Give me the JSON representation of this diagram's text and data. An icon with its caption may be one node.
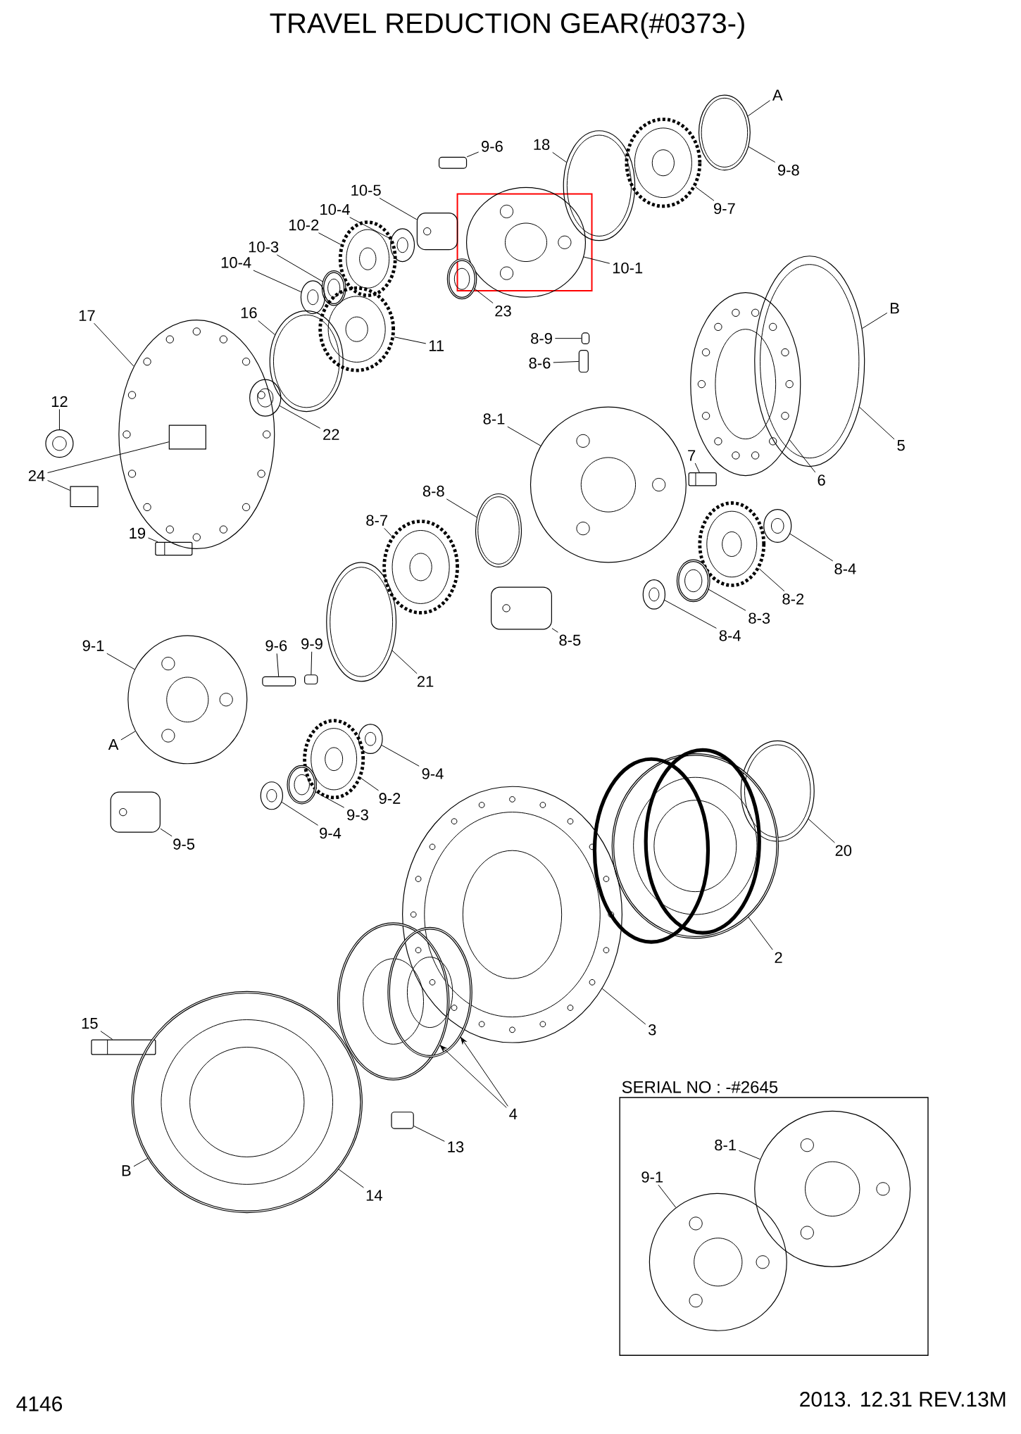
{
  "diagram": {
    "title": "TRAVEL REDUCTION GEAR(#0373-)",
    "nodes": [
      {
        "text": [
          "A"
        ]
      },
      {
        "text": [],
        "shape": "ring"
      },
      {
        "text": [
          "9-8"
        ]
      },
      {
        "text": [
          "9-6"
        ]
      },
      {
        "text": [],
        "shape": "pin"
      },
      {
        "text": [
          "18"
        ]
      },
      {
        "text": [],
        "shape": "ring"
      },
      {
        "text": [],
        "shape": "gear"
      },
      {
        "text": [
          "9-7"
        ]
      },
      {
        "text": [
          "10-5"
        ]
      },
      {
        "text": [],
        "shape": "cylinder"
      },
      {
        "text": [
          "10-4"
        ]
      },
      {
        "text": [],
        "shape": "washer"
      },
      {
        "text": [
          "10-2"
        ]
      },
      {
        "text": [],
        "shape": "gear"
      },
      {
        "text": [
          "10-3"
        ]
      },
      {
        "text": [],
        "shape": "bearing"
      },
      {
        "text": [
          "10-4"
        ]
      },
      {
        "text": [],
        "shape": "washer"
      },
      {
        "text": [],
        "shape": "carrier"
      },
      {
        "text": [
          "10-1"
        ]
      },
      {
        "text": [],
        "shape": "bearing"
      },
      {
        "text": [
          "23"
        ]
      },
      {
        "text": [
          "17"
        ]
      },
      {
        "text": [
          "16"
        ]
      },
      {
        "text": [],
        "shape": "ring"
      },
      {
        "text": [],
        "shape": "gear"
      },
      {
        "text": [
          "11"
        ]
      },
      {
        "text": [],
        "shape": "cover"
      },
      {
        "text": [
          "12"
        ]
      },
      {
        "text": [],
        "shape": "plug"
      },
      {
        "text": [],
        "shape": "disc"
      },
      {
        "text": [
          "22"
        ]
      },
      {
        "text": [
          "24"
        ]
      },
      {
        "text": [],
        "shape": "plate"
      },
      {
        "text": [],
        "shape": "box",
        "in": 28
      },
      {
        "text": [
          "19"
        ]
      },
      {
        "text": [],
        "shape": "bolt"
      },
      {
        "text": [
          "B"
        ]
      },
      {
        "text": [],
        "shape": "ring"
      },
      {
        "text": [
          "5"
        ]
      },
      {
        "text": [],
        "shape": "flange"
      },
      {
        "text": [
          "6"
        ]
      },
      {
        "text": [
          "8-9"
        ]
      },
      {
        "text": [],
        "shape": "pin"
      },
      {
        "text": [
          "8-6"
        ]
      },
      {
        "text": [],
        "shape": "pin"
      },
      {
        "text": [
          "8-1"
        ]
      },
      {
        "text": [],
        "shape": "carrier"
      },
      {
        "text": [
          "7"
        ]
      },
      {
        "text": [],
        "shape": "bolt"
      },
      {
        "text": [
          "8-8"
        ]
      },
      {
        "text": [],
        "shape": "ring"
      },
      {
        "text": [
          "8-7"
        ]
      },
      {
        "text": [],
        "shape": "gear"
      },
      {
        "text": [],
        "shape": "washer"
      },
      {
        "text": [
          "8-4"
        ]
      },
      {
        "text": [],
        "shape": "gear"
      },
      {
        "text": [
          "8-2"
        ]
      },
      {
        "text": [],
        "shape": "bearing"
      },
      {
        "text": [
          "8-3"
        ]
      },
      {
        "text": [],
        "shape": "washer"
      },
      {
        "text": [
          "8-4"
        ]
      },
      {
        "text": [],
        "shape": "cylinder"
      },
      {
        "text": [
          "8-5"
        ]
      },
      {
        "text": [],
        "shape": "ring"
      },
      {
        "text": [
          "21"
        ]
      },
      {
        "text": [
          "9-1"
        ]
      },
      {
        "text": [],
        "shape": "carrier"
      },
      {
        "text": [
          "A"
        ]
      },
      {
        "text": [
          "9-6"
        ]
      },
      {
        "text": [],
        "shape": "pin"
      },
      {
        "text": [
          "9-9"
        ]
      },
      {
        "text": [],
        "shape": "pin"
      },
      {
        "text": [],
        "shape": "washer"
      },
      {
        "text": [
          "9-4"
        ]
      },
      {
        "text": [],
        "shape": "gear"
      },
      {
        "text": [
          "9-2"
        ]
      },
      {
        "text": [],
        "shape": "bearing"
      },
      {
        "text": [
          "9-3"
        ]
      },
      {
        "text": [],
        "shape": "washer"
      },
      {
        "text": [
          "9-4"
        ]
      },
      {
        "text": [],
        "shape": "cylinder"
      },
      {
        "text": [
          "9-5"
        ]
      },
      {
        "text": [],
        "shape": "ring"
      },
      {
        "text": [
          "20"
        ]
      },
      {
        "text": [],
        "shape": "drum"
      },
      {
        "text": [
          "2"
        ]
      },
      {
        "text": [],
        "shape": "hub"
      },
      {
        "text": [
          "3"
        ]
      },
      {
        "text": [],
        "shape": "bearing"
      },
      {
        "text": [],
        "shape": "bearing"
      },
      {
        "text": [
          "4"
        ]
      },
      {
        "text": [
          "15"
        ]
      },
      {
        "text": [],
        "shape": "bolt"
      },
      {
        "text": [],
        "shape": "drum"
      },
      {
        "text": [
          "14"
        ]
      },
      {
        "text": [
          "B"
        ]
      },
      {
        "text": [],
        "shape": "pin"
      },
      {
        "text": [
          "13"
        ]
      },
      {
        "text": [
          "SERIAL NO : -#2645"
        ]
      },
      {
        "text": [
          "8-1"
        ],
        "in": 100
      },
      {
        "text": [],
        "shape": "carrier",
        "in": 100
      },
      {
        "text": [
          "9-1"
        ],
        "in": 100
      },
      {
        "text": [],
        "shape": "carrier",
        "in": 100
      }
    ],
    "edges": [
      {
        "from": 0,
        "to": 1,
        "arrow": "none"
      },
      {
        "from": 2,
        "to": 1,
        "arrow": "none"
      },
      {
        "from": 3,
        "to": 4,
        "arrow": "none"
      },
      {
        "from": 5,
        "to": 6,
        "arrow": "none"
      },
      {
        "from": 8,
        "to": 7,
        "arrow": "none"
      },
      {
        "from": 9,
        "to": 10,
        "arrow": "none"
      },
      {
        "from": 11,
        "to": 12,
        "arrow": "none"
      },
      {
        "from": 13,
        "to": 14,
        "arrow": "none"
      },
      {
        "from": 15,
        "to": 16,
        "arrow": "none"
      },
      {
        "from": 17,
        "to": 18,
        "arrow": "none"
      },
      {
        "from": 20,
        "to": 19,
        "arrow": "none"
      },
      {
        "from": 22,
        "to": 21,
        "arrow": "none"
      },
      {
        "from": 23,
        "to": 28,
        "arrow": "none"
      },
      {
        "from": 24,
        "to": 25,
        "arrow": "none"
      },
      {
        "from": 27,
        "to": 26,
        "arrow": "none"
      },
      {
        "from": 29,
        "to": 30,
        "arrow": "none"
      },
      {
        "from": 32,
        "to": 31,
        "arrow": "none"
      },
      {
        "from": 33,
        "to": 34,
        "arrow": "none"
      },
      {
        "from": 33,
        "to": 35,
        "arrow": "none"
      },
      {
        "from": 36,
        "to": 37,
        "arrow": "none"
      },
      {
        "from": 38,
        "to": 39,
        "arrow": "none"
      },
      {
        "from": 40,
        "to": 39,
        "arrow": "none"
      },
      {
        "from": 42,
        "to": 41,
        "arrow": "none"
      },
      {
        "from": 43,
        "to": 44,
        "arrow": "none"
      },
      {
        "from": 45,
        "to": 46,
        "arrow": "none"
      },
      {
        "from": 47,
        "to": 48,
        "arrow": "none"
      },
      {
        "from": 49,
        "to": 50,
        "arrow": "none"
      },
      {
        "from": 51,
        "to": 52,
        "arrow": "none"
      },
      {
        "from": 53,
        "to": 54,
        "arrow": "none"
      },
      {
        "from": 56,
        "to": 55,
        "arrow": "none"
      },
      {
        "from": 58,
        "to": 57,
        "arrow": "none"
      },
      {
        "from": 60,
        "to": 59,
        "arrow": "none"
      },
      {
        "from": 62,
        "to": 61,
        "arrow": "none"
      },
      {
        "from": 64,
        "to": 63,
        "arrow": "none"
      },
      {
        "from": 66,
        "to": 65,
        "arrow": "none"
      },
      {
        "from": 67,
        "to": 68,
        "arrow": "none"
      },
      {
        "from": 69,
        "to": 68,
        "arrow": "none"
      },
      {
        "from": 70,
        "to": 71,
        "arrow": "none"
      },
      {
        "from": 72,
        "to": 73,
        "arrow": "none"
      },
      {
        "from": 75,
        "to": 74,
        "arrow": "none"
      },
      {
        "from": 77,
        "to": 76,
        "arrow": "none"
      },
      {
        "from": 79,
        "to": 78,
        "arrow": "none"
      },
      {
        "from": 81,
        "to": 80,
        "arrow": "none"
      },
      {
        "from": 83,
        "to": 82,
        "arrow": "none"
      },
      {
        "from": 85,
        "to": 84,
        "arrow": "none"
      },
      {
        "from": 87,
        "to": 86,
        "arrow": "none"
      },
      {
        "from": 89,
        "to": 88,
        "arrow": "none"
      },
      {
        "from": 92,
        "to": 90,
        "arrow": "to"
      },
      {
        "from": 92,
        "to": 91,
        "arrow": "to"
      },
      {
        "from": 93,
        "to": 94,
        "arrow": "none"
      },
      {
        "from": 96,
        "to": 95,
        "arrow": "none"
      },
      {
        "from": 97,
        "to": 95,
        "arrow": "none"
      },
      {
        "from": 99,
        "to": 98,
        "arrow": "none"
      },
      {
        "from": 101,
        "to": 102,
        "arrow": "none"
      },
      {
        "from": 103,
        "to": 104,
        "arrow": "none"
      }
    ],
    "labels": [
      "4146",
      "2013. 12.31 REV.13M"
    ]
  }
}
